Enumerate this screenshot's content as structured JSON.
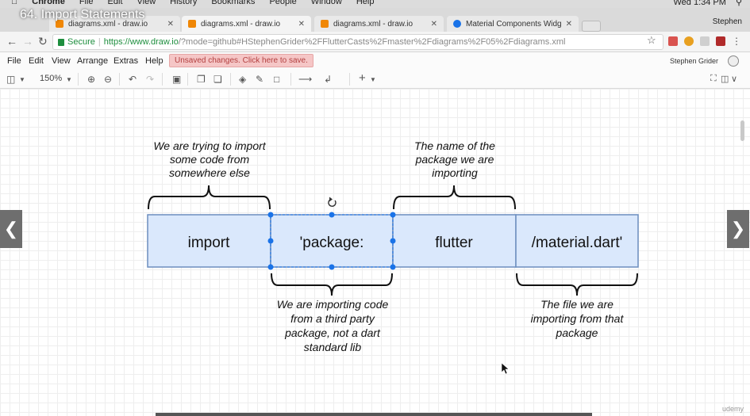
{
  "mac_menu": {
    "app": "Chrome",
    "items": [
      "File",
      "Edit",
      "View",
      "History",
      "Bookmarks",
      "People",
      "Window",
      "Help"
    ],
    "clock": "Wed 1:34 PM"
  },
  "video_title": "64. Import Statements",
  "tabs": [
    {
      "label": "diagrams.xml - draw.io",
      "icon": "drawio-icon"
    },
    {
      "label": "diagrams.xml - draw.io",
      "icon": "drawio-icon"
    },
    {
      "label": "diagrams.xml - draw.io",
      "icon": "drawio-icon"
    },
    {
      "label": "Material Components Widgets",
      "icon": "flutter-icon"
    }
  ],
  "profile_name": "Stephen",
  "address": {
    "secure_label": "Secure",
    "url_host": "https://www.draw.io",
    "url_rest": "/?mode=github#HStephenGrider%2FFlutterCasts%2Fmaster%2Fdiagrams%2F05%2Fdiagrams.xml"
  },
  "drawio_menu": {
    "items": [
      "File",
      "Edit",
      "View",
      "Arrange",
      "Extras",
      "Help"
    ],
    "unsaved": "Unsaved changes. Click here to save.",
    "user": "Stephen Grider"
  },
  "toolbar": {
    "zoom": "150%"
  },
  "diagram": {
    "boxes": [
      "import",
      "'package:",
      "flutter",
      "/material.dart'"
    ],
    "top_notes": [
      [
        "We are trying to import",
        "some code from",
        "somewhere else"
      ],
      [
        "The name of the",
        "package we are",
        "importing"
      ]
    ],
    "bottom_notes": [
      [
        "We are importing code",
        "from a third party",
        "package, not a dart",
        "standard lib"
      ],
      [
        "The file we are",
        "importing from that",
        "package"
      ]
    ]
  },
  "watermark": "udemy",
  "colors": {
    "box_fill": "#dae8fc",
    "box_stroke": "#6c8ebf",
    "selection": "#1a73e8",
    "unsaved_bg": "#f5c6c6"
  }
}
